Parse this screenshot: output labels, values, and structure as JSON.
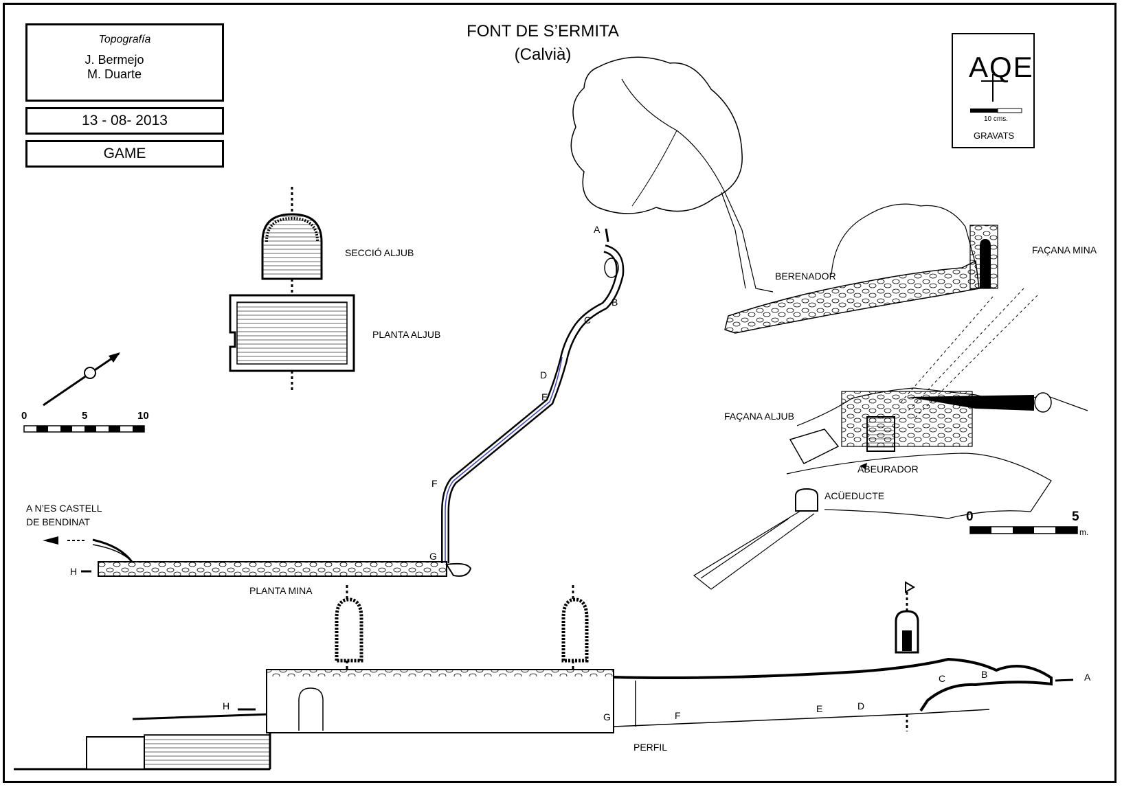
{
  "credits": {
    "heading": "Topografía",
    "authors": [
      "J. Bermejo",
      "M. Duarte"
    ]
  },
  "date": "13 - 08- 2013",
  "group": "GAME",
  "title": "FONT DE S’ERMITA",
  "subtitle": "(Calvià)",
  "engravings": {
    "inscription": "AQE",
    "scale_label": "10 cms.",
    "caption": "GRAVATS"
  },
  "scale_main": {
    "ticks": [
      "0",
      "5",
      "10"
    ]
  },
  "scale_facade": {
    "ticks": [
      "0",
      "5"
    ],
    "unit": "m."
  },
  "labels": {
    "seccio_aljub": "SECCIÓ ALJUB",
    "planta_aljub": "PLANTA ALJUB",
    "planta_mina": "PLANTA MINA",
    "perfil": "PERFIL",
    "berenador": "BERENADOR",
    "facana_mina": "FAÇANA MINA",
    "facana_aljub": "FAÇANA ALJUB",
    "abeurador": "ABEURADOR",
    "aqueducte": "ACÜEDUCTE",
    "route_line1": "A N’ES CASTELL",
    "route_line2": "DE  BENDINAT"
  },
  "stations": {
    "plan": [
      "A",
      "B",
      "C",
      "D",
      "E",
      "F",
      "G",
      "H"
    ],
    "profile": [
      "A",
      "B",
      "C",
      "D",
      "E",
      "F",
      "G",
      "H"
    ]
  },
  "colors": {
    "line": "#000000",
    "water": "#3b3bd6"
  }
}
